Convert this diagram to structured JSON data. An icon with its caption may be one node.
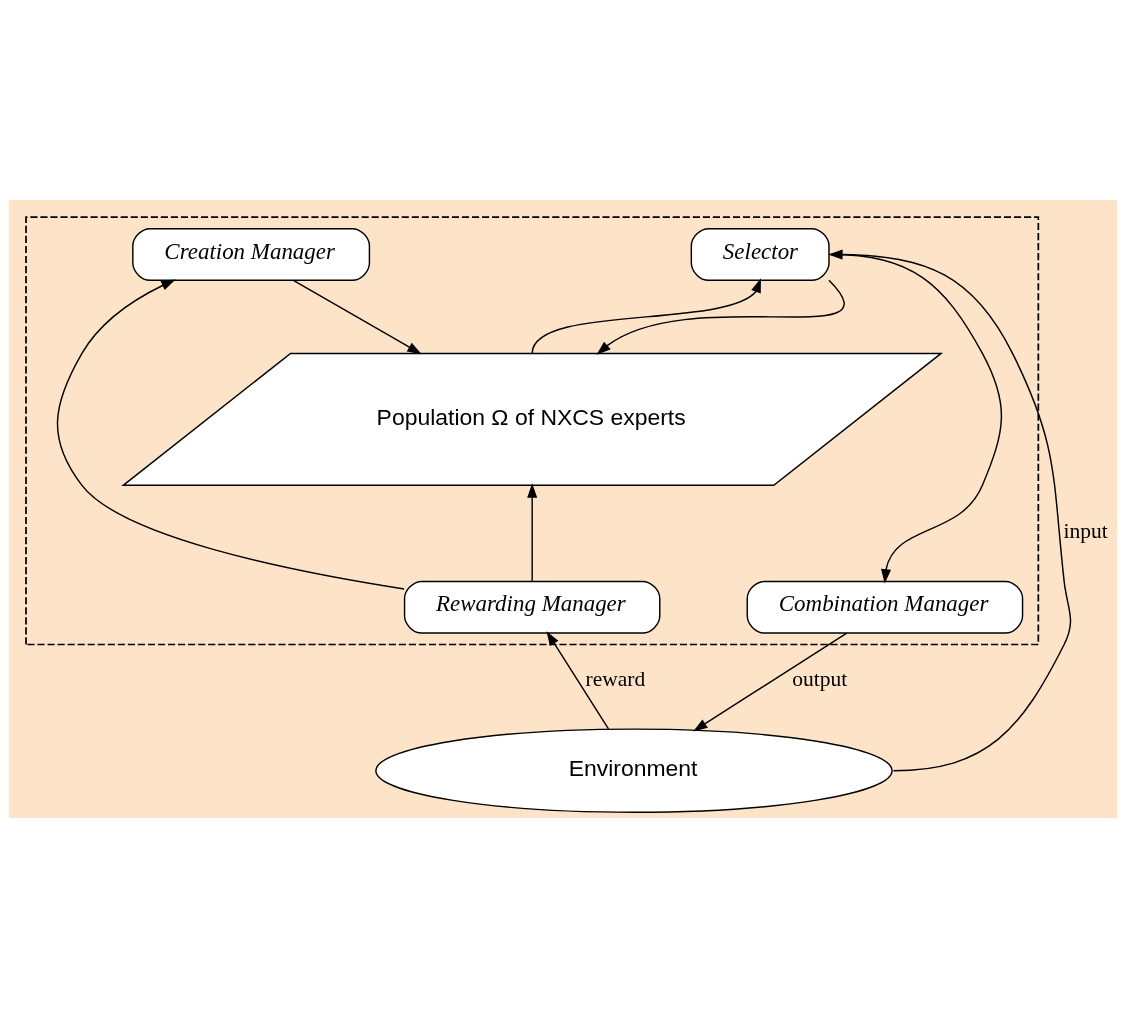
{
  "diagram": {
    "nodes": [
      {
        "text": [],
        "shape": "box"
      },
      {
        "text": [
          "Creation Manager"
        ],
        "in": 0
      },
      {
        "text": [
          "Selector"
        ],
        "in": 0
      },
      {
        "text": [
          "Population Ω of NXCS experts"
        ],
        "in": 0
      },
      {
        "text": [
          "Rewarding Manager"
        ],
        "in": 0
      },
      {
        "text": [
          "Combination Manager"
        ],
        "in": 0
      },
      {
        "text": [
          "Environment"
        ]
      }
    ],
    "edges": [
      {
        "from": 6,
        "to": 2,
        "arrow": "to",
        "label": "input"
      },
      {
        "from": 1,
        "to": 3,
        "arrow": "to"
      },
      {
        "from": 3,
        "to": 2,
        "arrow": "to"
      },
      {
        "from": 2,
        "to": 3,
        "arrow": "to"
      },
      {
        "from": 2,
        "to": 5,
        "arrow": "to"
      },
      {
        "from": 4,
        "to": 1,
        "arrow": "to"
      },
      {
        "from": 4,
        "to": 3,
        "arrow": "to"
      },
      {
        "from": 6,
        "to": 4,
        "arrow": "to",
        "label": "reward"
      },
      {
        "from": 5,
        "to": 6,
        "arrow": "to",
        "label": "output"
      }
    ]
  }
}
